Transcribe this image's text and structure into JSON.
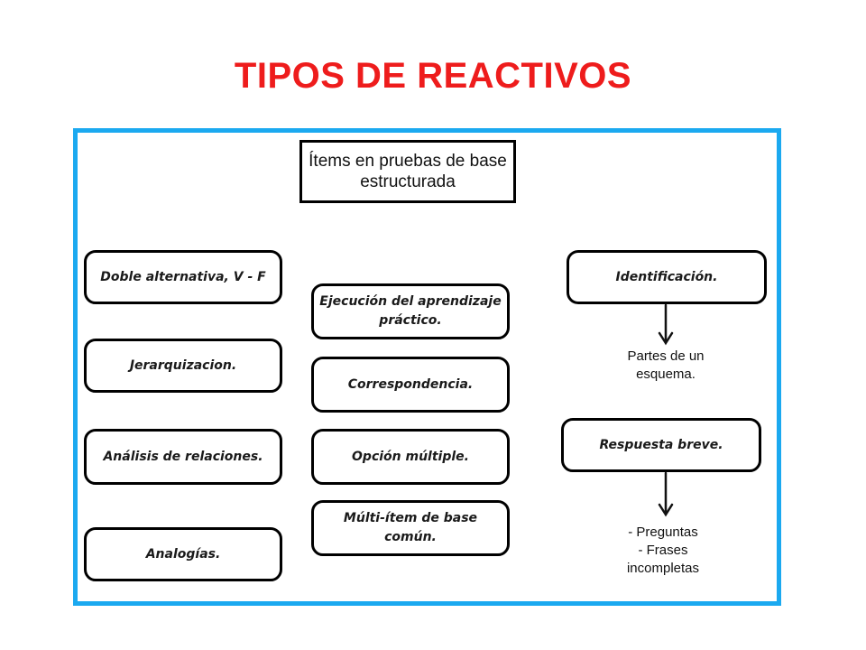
{
  "title": "TIPOS DE REACTIVOS",
  "colors": {
    "title": "#ee1c1c",
    "frame_border": "#1ba9f0"
  },
  "header": "Ítems en pruebas de base estructurada",
  "left_column": [
    "Doble alternativa, V - F",
    "Jerarquizacion.",
    "Análisis de relaciones.",
    "Analogías."
  ],
  "middle_column": [
    "Ejecución del aprendizaje práctico.",
    "Correspondencia.",
    "Opción múltiple.",
    "Múlti-ítem de base común."
  ],
  "right_column": {
    "identificacion": {
      "label": "Identificación.",
      "note": "Partes de un esquema."
    },
    "respuesta_breve": {
      "label": "Respuesta breve.",
      "note_lines": [
        "- Preguntas",
        "- Frases",
        "incompletas"
      ]
    }
  }
}
